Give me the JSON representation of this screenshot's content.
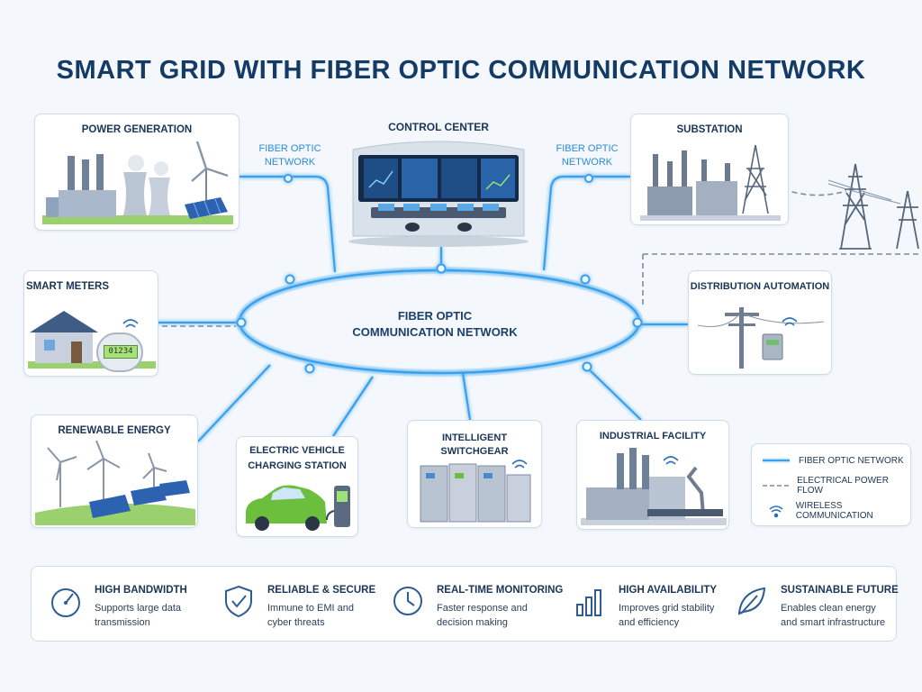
{
  "title": "SMART GRID WITH FIBER OPTIC COMMUNICATION NETWORK",
  "nodes": {
    "power_generation": "POWER GENERATION",
    "control_center": "CONTROL CENTER",
    "substation": "SUBSTATION",
    "smart_meters": "SMART METERS",
    "distribution_automation": "DISTRIBUTION AUTOMATION",
    "renewable_energy": "RENEWABLE ENERGY",
    "ev_charging_line1": "ELECTRIC VEHICLE",
    "ev_charging_line2": "CHARGING STATION",
    "intelligent_switchgear": "INTELLIGENT SWITCHGEAR",
    "industrial_facility": "INDUSTRIAL FACILITY"
  },
  "meter_reading": "01234",
  "network_labels": {
    "left_line1": "FIBER OPTIC",
    "left_line2": "NETWORK",
    "right_line1": "FIBER OPTIC",
    "right_line2": "NETWORK",
    "ring_line1": "FIBER OPTIC",
    "ring_line2": "COMMUNICATION NETWORK"
  },
  "legend": [
    {
      "label": "FIBER OPTIC NETWORK",
      "icon": "fiber-line-icon"
    },
    {
      "label": "ELECTRICAL POWER FLOW",
      "icon": "dashed-line-icon"
    },
    {
      "label": "WIRELESS COMMUNICATION",
      "icon": "wireless-icon"
    }
  ],
  "features": [
    {
      "title": "HIGH BANDWIDTH",
      "desc_line1": "Supports large data",
      "desc_line2": "transmission",
      "icon": "speedometer-icon"
    },
    {
      "title": "RELIABLE & SECURE",
      "desc_line1": "Immune to EMI and",
      "desc_line2": "cyber threats",
      "icon": "shield-check-icon"
    },
    {
      "title": "REAL-TIME MONITORING",
      "desc_line1": "Faster response and",
      "desc_line2": "decision making",
      "icon": "clock-icon"
    },
    {
      "title": "HIGH AVAILABILITY",
      "desc_line1": "Improves grid stability",
      "desc_line2": "and efficiency",
      "icon": "bar-chart-icon"
    },
    {
      "title": "SUSTAINABLE FUTURE",
      "desc_line1": "Enables clean energy",
      "desc_line2": "and smart infrastructure",
      "icon": "leaf-icon"
    }
  ],
  "colors": {
    "fiber": "#3aa0ea",
    "fiber_glow": "#bfe3fb",
    "title": "#143a66",
    "accent_green": "#6cbf3c"
  }
}
